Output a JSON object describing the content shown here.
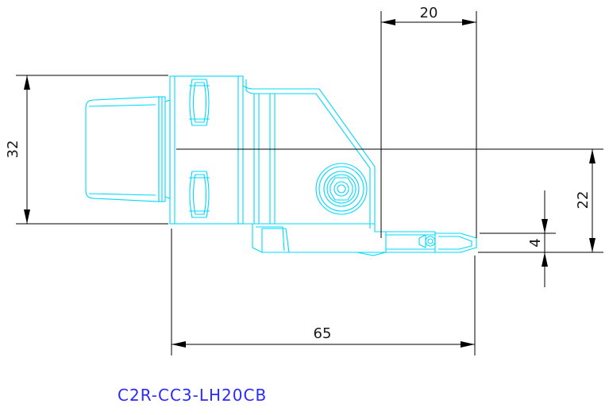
{
  "drawing": {
    "part_number": "C2R-CC3-LH20CB",
    "colors": {
      "outline": "#00d8ff",
      "dimension": "#000000",
      "label": "#2a2aff"
    },
    "dimensions": {
      "top_width": "20",
      "left_height": "32",
      "right_height": "22",
      "insert_width": "4",
      "overall_length": "65"
    }
  }
}
